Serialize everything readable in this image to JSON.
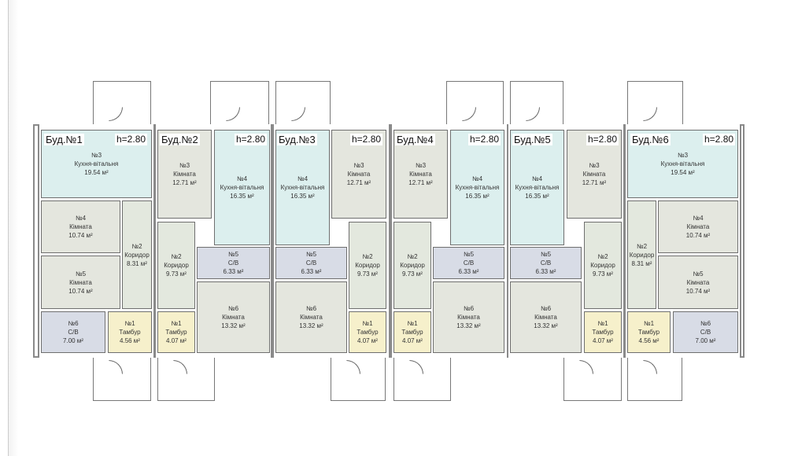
{
  "colors": {
    "kitchen": "#dcefee",
    "room": "#e4e6de",
    "corridor": "#e3e8de",
    "bathroom": "#d8dce6",
    "vestibule": "#f6f0cb"
  },
  "buildings": [
    {
      "label": "Буд.№1",
      "height": "h=2.80",
      "rooms": [
        {
          "num": "№1",
          "name": "Тамбур",
          "area": "4.56 м²",
          "type": "vestibule"
        },
        {
          "num": "№2",
          "name": "Коридор",
          "area": "8.31 м²",
          "type": "corridor"
        },
        {
          "num": "№3",
          "name": "Кухня-вітальня",
          "area": "19.54 м²",
          "type": "kitchen"
        },
        {
          "num": "№4",
          "name": "Кімната",
          "area": "10.74 м²",
          "type": "room"
        },
        {
          "num": "№5",
          "name": "Кімната",
          "area": "10.74 м²",
          "type": "room"
        },
        {
          "num": "№6",
          "name": "С/В",
          "area": "7.00 м²",
          "type": "bathroom"
        }
      ]
    },
    {
      "label": "Буд.№2",
      "height": "h=2.80",
      "rooms": [
        {
          "num": "№1",
          "name": "Тамбур",
          "area": "4.07 м²",
          "type": "vestibule"
        },
        {
          "num": "№2",
          "name": "Коридор",
          "area": "9.73 м²",
          "type": "corridor"
        },
        {
          "num": "№3",
          "name": "Кімната",
          "area": "12.71 м²",
          "type": "room"
        },
        {
          "num": "№4",
          "name": "Кухня-вітальня",
          "area": "16.35 м²",
          "type": "kitchen"
        },
        {
          "num": "№5",
          "name": "С/В",
          "area": "6.33 м²",
          "type": "bathroom"
        },
        {
          "num": "№6",
          "name": "Кімната",
          "area": "13.32 м²",
          "type": "room"
        }
      ]
    },
    {
      "label": "Буд.№3",
      "height": "h=2.80",
      "rooms": [
        {
          "num": "№1",
          "name": "Тамбур",
          "area": "4.07 м²",
          "type": "vestibule"
        },
        {
          "num": "№2",
          "name": "Коридор",
          "area": "9.73 м²",
          "type": "corridor"
        },
        {
          "num": "№3",
          "name": "Кімната",
          "area": "12.71 м²",
          "type": "room"
        },
        {
          "num": "№4",
          "name": "Кухня-вітальня",
          "area": "16.35 м²",
          "type": "kitchen"
        },
        {
          "num": "№5",
          "name": "С/В",
          "area": "6.33 м²",
          "type": "bathroom"
        },
        {
          "num": "№6",
          "name": "Кімната",
          "area": "13.32 м²",
          "type": "room"
        }
      ]
    },
    {
      "label": "Буд.№4",
      "height": "h=2.80",
      "rooms": [
        {
          "num": "№1",
          "name": "Тамбур",
          "area": "4.07 м²",
          "type": "vestibule"
        },
        {
          "num": "№2",
          "name": "Коридор",
          "area": "9.73 м²",
          "type": "corridor"
        },
        {
          "num": "№3",
          "name": "Кімната",
          "area": "12.71 м²",
          "type": "room"
        },
        {
          "num": "№4",
          "name": "Кухня-вітальня",
          "area": "16.35 м²",
          "type": "kitchen"
        },
        {
          "num": "№5",
          "name": "С/В",
          "area": "6.33 м²",
          "type": "bathroom"
        },
        {
          "num": "№6",
          "name": "Кімната",
          "area": "13.32 м²",
          "type": "room"
        }
      ]
    },
    {
      "label": "Буд.№5",
      "height": "h=2.80",
      "rooms": [
        {
          "num": "№1",
          "name": "Тамбур",
          "area": "4.07 м²",
          "type": "vestibule"
        },
        {
          "num": "№2",
          "name": "Коридор",
          "area": "9.73 м²",
          "type": "corridor"
        },
        {
          "num": "№3",
          "name": "Кімната",
          "area": "12.71 м²",
          "type": "room"
        },
        {
          "num": "№4",
          "name": "Кухня-вітальня",
          "area": "16.35 м²",
          "type": "kitchen"
        },
        {
          "num": "№5",
          "name": "С/В",
          "area": "6.33 м²",
          "type": "bathroom"
        },
        {
          "num": "№6",
          "name": "Кімната",
          "area": "13.32 м²",
          "type": "room"
        }
      ]
    },
    {
      "label": "Буд.№6",
      "height": "h=2.80",
      "rooms": [
        {
          "num": "№1",
          "name": "Тамбур",
          "area": "4.56 м²",
          "type": "vestibule"
        },
        {
          "num": "№2",
          "name": "Коридор",
          "area": "8.31 м²",
          "type": "corridor"
        },
        {
          "num": "№3",
          "name": "Кухня-вітальня",
          "area": "19.54 м²",
          "type": "kitchen"
        },
        {
          "num": "№4",
          "name": "Кімната",
          "area": "10.74 м²",
          "type": "room"
        },
        {
          "num": "№5",
          "name": "Кімната",
          "area": "10.74 м²",
          "type": "room"
        },
        {
          "num": "№6",
          "name": "С/В",
          "area": "7.00 м²",
          "type": "bathroom"
        }
      ]
    }
  ]
}
